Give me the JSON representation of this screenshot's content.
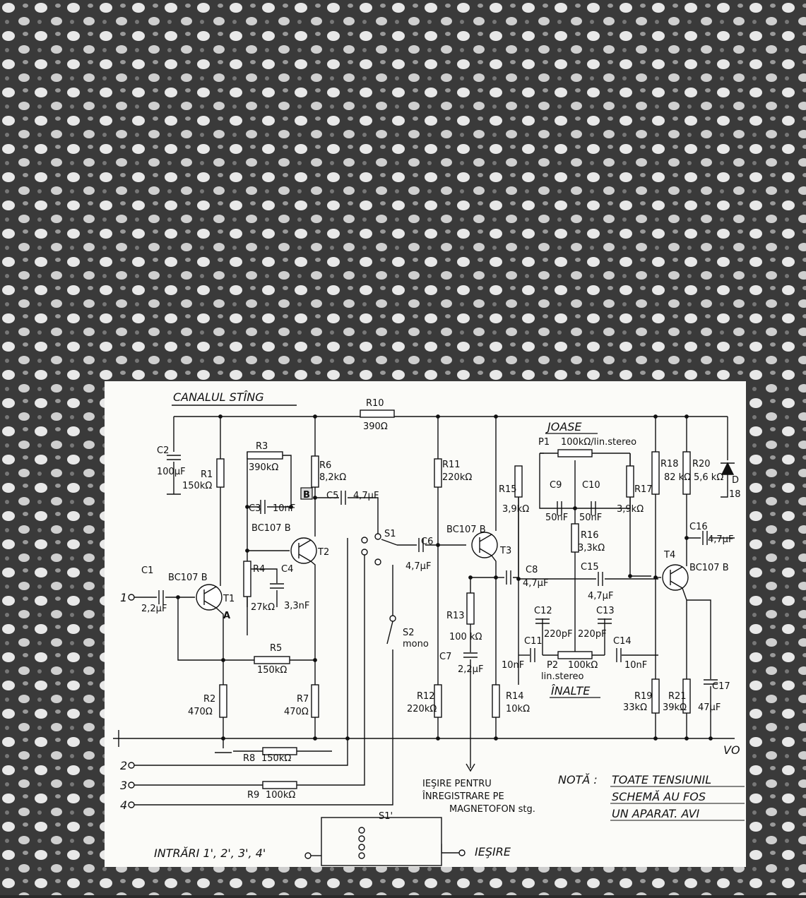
{
  "schematic": {
    "title": "CANALUL STÎNG",
    "sections": {
      "bass": "JOASE",
      "treble": "ÎNALTE"
    },
    "resistors": [
      {
        "id": "R1",
        "value": "150kΩ"
      },
      {
        "id": "R2",
        "value": "470Ω"
      },
      {
        "id": "R3",
        "value": "390kΩ"
      },
      {
        "id": "R4",
        "value": "27kΩ"
      },
      {
        "id": "R5",
        "value": "150kΩ"
      },
      {
        "id": "R6",
        "value": "8,2kΩ"
      },
      {
        "id": "R7",
        "value": "470Ω"
      },
      {
        "id": "R8",
        "value": "150kΩ"
      },
      {
        "id": "R9",
        "value": "100kΩ"
      },
      {
        "id": "R10",
        "value": "390Ω"
      },
      {
        "id": "R11",
        "value": "220kΩ"
      },
      {
        "id": "R12",
        "value": "220kΩ"
      },
      {
        "id": "R13",
        "value": "100 kΩ"
      },
      {
        "id": "R14",
        "value": "10kΩ"
      },
      {
        "id": "R15",
        "value": "3,9kΩ"
      },
      {
        "id": "R16",
        "value": "3,3kΩ"
      },
      {
        "id": "R17",
        "value": "3,9kΩ"
      },
      {
        "id": "R18",
        "value": "82 kΩ"
      },
      {
        "id": "R19",
        "value": "33kΩ"
      },
      {
        "id": "R20",
        "value": "5,6 kΩ"
      },
      {
        "id": "R21",
        "value": "39kΩ"
      }
    ],
    "capacitors": [
      {
        "id": "C1",
        "value": "2,2μF"
      },
      {
        "id": "C2",
        "value": "100μF"
      },
      {
        "id": "C3",
        "value": "10nF"
      },
      {
        "id": "C4",
        "value": "3,3nF"
      },
      {
        "id": "C5",
        "value": "4,7μF"
      },
      {
        "id": "C6",
        "value": "4,7μF"
      },
      {
        "id": "C7",
        "value": "2,2μF"
      },
      {
        "id": "C8",
        "value": "4,7μF"
      },
      {
        "id": "C9",
        "value": "50nF"
      },
      {
        "id": "C10",
        "value": "50nF"
      },
      {
        "id": "C11",
        "value": "10nF"
      },
      {
        "id": "C12",
        "value": "220pF"
      },
      {
        "id": "C13",
        "value": "220pF"
      },
      {
        "id": "C14",
        "value": "10nF"
      },
      {
        "id": "C15",
        "value": "4,7μF"
      },
      {
        "id": "C16",
        "value": "4,7μF"
      },
      {
        "id": "C17",
        "value": "47μF"
      }
    ],
    "transistors": [
      {
        "id": "T1",
        "type": "BC107 B"
      },
      {
        "id": "T2",
        "type": "BC107 B"
      },
      {
        "id": "T3",
        "type": "BC107 B"
      },
      {
        "id": "T4",
        "type": "BC107 B"
      }
    ],
    "pots": [
      {
        "id": "P1",
        "value": "100kΩ/lin.stereo"
      },
      {
        "id": "P2",
        "value": "100kΩ",
        "sub": "lin.stereo"
      }
    ],
    "diode": {
      "id": "D",
      "sub": "18"
    },
    "switches": [
      {
        "id": "S1"
      },
      {
        "id": "S2",
        "label": "mono"
      },
      {
        "id": "S1'"
      }
    ],
    "points": {
      "a": "A",
      "b": "B"
    },
    "inputs": [
      "1",
      "2",
      "3",
      "4"
    ],
    "inputs_label": "INTRĂRI  1', 2', 3', 4'",
    "output_label": "IEŞIRE",
    "tape_out": [
      "IEŞIRE PENTRU",
      "ÎNREGISTRARE PE",
      "MAGNETOFON stg."
    ],
    "vo": "VO",
    "note_label": "NOTĂ :",
    "note_lines": [
      "TOATE TENSIUNIL",
      "SCHEMĂ AU FOS",
      "UN APARAT. AVI"
    ]
  }
}
